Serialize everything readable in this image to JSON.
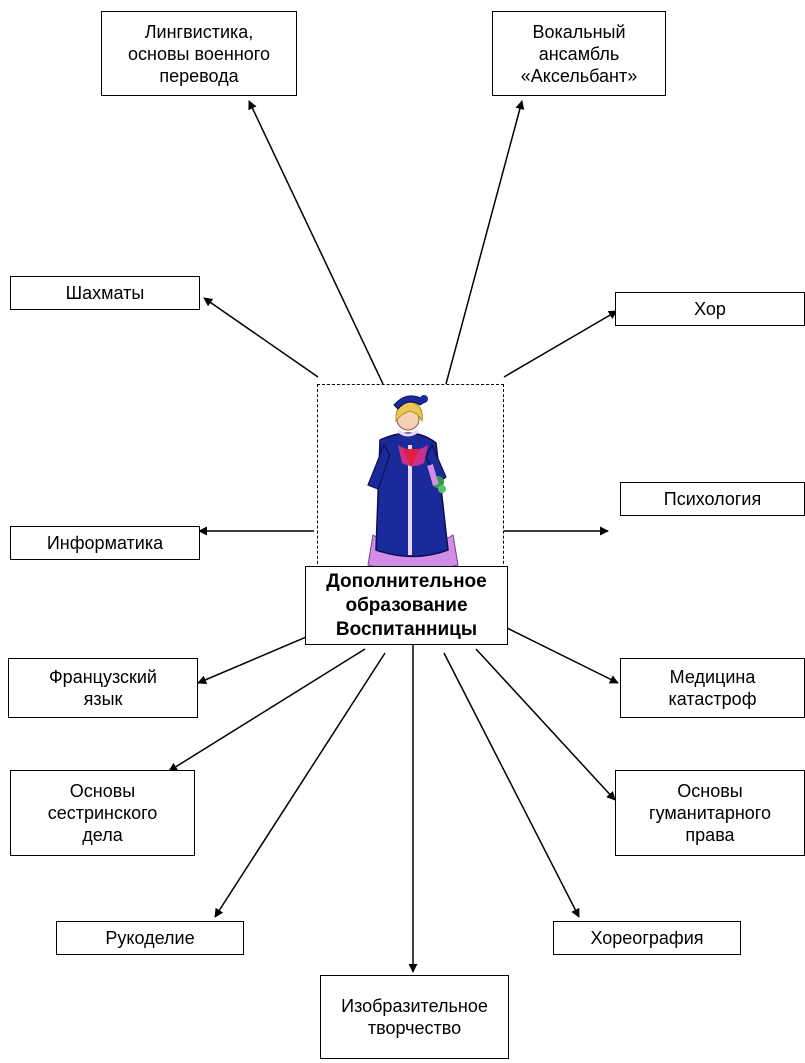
{
  "center": {
    "label": "Дополнительное\nобразование\nВоспитанницы",
    "illustration": "girl-in-blue-coat-figure"
  },
  "topics": [
    {
      "id": "linguistics",
      "label": "Лингвистика,\nосновы военного\nперевода"
    },
    {
      "id": "vocal",
      "label": "Вокальный\nансамбль\n«Аксельбант»"
    },
    {
      "id": "chess",
      "label": "Шахматы"
    },
    {
      "id": "choir",
      "label": "Хор"
    },
    {
      "id": "psychology",
      "label": "Психология"
    },
    {
      "id": "informatics",
      "label": "Информатика"
    },
    {
      "id": "french",
      "label": "Французский\nязык"
    },
    {
      "id": "disaster-medicine",
      "label": "Медицина\nкатастроф"
    },
    {
      "id": "nursing",
      "label": "Основы\nсестринского\nдела"
    },
    {
      "id": "humanitarian-law",
      "label": "Основы\nгуманитарного\nправа"
    },
    {
      "id": "needlework",
      "label": "Рукоделие"
    },
    {
      "id": "choreography",
      "label": "Хореография"
    },
    {
      "id": "fine-arts",
      "label": "Изобразительное\nтворчество"
    }
  ],
  "colors": {
    "line": "#000000",
    "coat": "#1a2a9a",
    "dress": "#d28ee6",
    "hair": "#e8c850",
    "skin": "#f6d2b4",
    "scarf": "#c8328c",
    "bouquet": "#2f9a4a"
  }
}
